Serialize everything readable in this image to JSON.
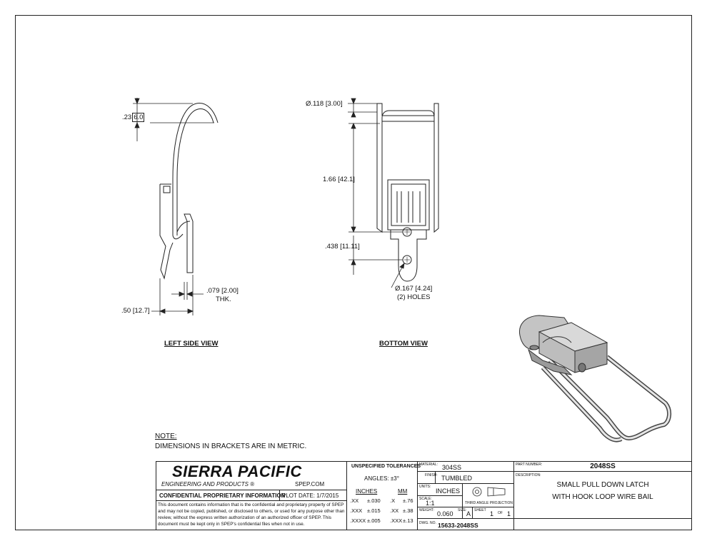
{
  "views": {
    "left_side": "LEFT SIDE VIEW",
    "bottom": "BOTTOM VIEW"
  },
  "dims": {
    "hook_height": ".23",
    "hook_height_mm": "6.0",
    "thickness": ".079",
    "thickness_mm": "2.00",
    "thickness_label": "THK.",
    "depth": ".50",
    "depth_mm": "12.7",
    "wire_dia": "Ø.118",
    "wire_dia_mm": "3.00",
    "length": "1.66",
    "length_mm": "42.1",
    "hole_spacing": ".438",
    "hole_spacing_mm": "11.11",
    "hole_dia": "Ø.167",
    "hole_dia_mm": "4.24",
    "hole_count": "(2) HOLES"
  },
  "note": {
    "heading": "NOTE:",
    "text": "DIMENSIONS IN BRACKETS ARE IN METRIC."
  },
  "title_block": {
    "company": "SIERRA PACIFIC",
    "company_sub": "ENGINEERING AND PRODUCTS",
    "registered": "®",
    "website": "SPEP.COM",
    "confidential_heading": "CONFIDENTIAL PROPRIETARY INFORMATION",
    "plot_date_label": "PLOT DATE:",
    "plot_date": "1/7/2015",
    "confidential_text": "This document contains information that is the confidential and proprietary property of SPEP and may not be copied, published, or disclosed to others, or used for any purpose other than review, without the express written authorization of an authorized officer of SPEP. This document must be kept only in SPEP's confidential files when not in use.",
    "tolerances_heading": "UNSPECIFIED TOLERANCES",
    "angles": "ANGLES: ±3°",
    "inches_heading": "INCHES",
    "mm_heading": "MM",
    "tol_rows": [
      {
        "in_fmt": ".XX",
        "in_tol": "±.030",
        "mm_fmt": ".X",
        "mm_tol": "±.76"
      },
      {
        "in_fmt": ".XXX",
        "in_tol": "±.015",
        "mm_fmt": ".XX",
        "mm_tol": "±.38"
      },
      {
        "in_fmt": ".XXXX",
        "in_tol": "±.005",
        "mm_fmt": ".XXX",
        "mm_tol": "±.13"
      }
    ],
    "material_label": "MATERIAL:",
    "material": "304SS",
    "finish_label": "FINISH:",
    "finish": "TUMBLED",
    "units_label": "UNITS:",
    "units": "INCHES",
    "scale_label": "SCALE:",
    "scale": "1:1",
    "projection_label": "THIRD ANGLE PROJECTION",
    "weight_label": "WEIGHT:",
    "weight": "0.060",
    "size_label": "SIZE:",
    "size": "A",
    "sheet_label": "SHEET",
    "sheet": "1",
    "of_label": "OF",
    "sheet_total": "1",
    "dwg_label": "DWG. NO.",
    "dwg": "15633-2048SS",
    "part_label": "PART NUMBER:",
    "part": "2048SS",
    "desc_label": "DESCRIPTION:",
    "desc_line1": "SMALL PULL DOWN LATCH",
    "desc_line2": "WITH HOOK LOOP WIRE BAIL"
  },
  "colors": {
    "line": "#222222",
    "iso_fill": "#c9c9c9",
    "iso_dark": "#8a8a8a"
  }
}
